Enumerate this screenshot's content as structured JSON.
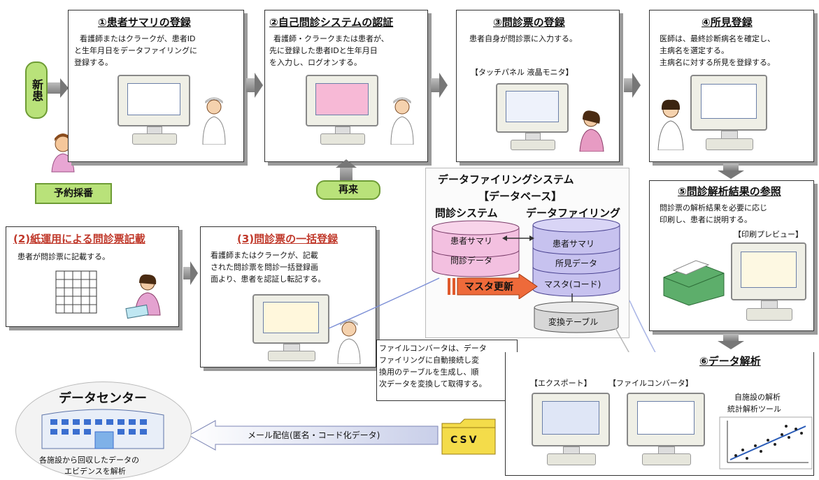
{
  "new_patient": "新患",
  "reservation": "予約採番",
  "return_visit": "再来",
  "step1": {
    "title": "①患者サマリの登録",
    "text": [
      "看護師またはクラークが、患者ID",
      "と生年月日をデータファイリングに",
      "登録する。"
    ]
  },
  "step2": {
    "title": "②自己問診システムの認証",
    "text": [
      "看護師・クラークまたは患者が、",
      "先に登録した患者IDと生年月日",
      "を入力し、ログオンする。"
    ]
  },
  "step3": {
    "title": "③問診票の登録",
    "text": [
      "患者自身が問診票に入力する。"
    ],
    "device": "【タッチパネル 液晶モニタ】"
  },
  "step4": {
    "title": "④所見登録",
    "text": [
      "医師は、最終診断病名を確定し、",
      "主病名を選定する。",
      "主病名に対する所見を登録する。"
    ]
  },
  "step5": {
    "title": "⑤問診解析結果の参照",
    "text": [
      "問診票の解析結果を必要に応じ",
      "印刷し、患者に説明する。"
    ],
    "preview": "【印刷プレビュー】"
  },
  "paper": {
    "title": "(2)紙運用による問診票記載",
    "text": [
      "患者が問診票に記載する。"
    ]
  },
  "bulk": {
    "title": "(3)問診票の一括登録",
    "text": [
      "看護師またはクラークが、記載",
      "された問診票を問診一括登録画",
      "面より、患者を認証し転記する。"
    ]
  },
  "db": {
    "title1": "データファイリングシステム",
    "title2": "【データベース】",
    "left_head": "問診システム",
    "right_head": "データファイリング",
    "left_items": [
      "患者サマリ",
      "問診データ"
    ],
    "right_items": [
      "患者サマリ",
      "所見データ",
      "マスタ(コード)"
    ],
    "master_update": "マスタ更新",
    "conv_table": "変換テーブル"
  },
  "converter_note": [
    "ファイルコンバータは、データ",
    "ファイリングに自動接続し変",
    "換用のテーブルを生成し、順",
    "次データを変換して取得する。"
  ],
  "step6": {
    "title": "⑥データ解析",
    "export": "【エクスポート】",
    "converter": "【ファイルコンバータ】",
    "tool1": "自施設の解析",
    "tool2": "統計解析ツール"
  },
  "datacenter": {
    "title": "データセンター",
    "caption1": "各施設から回収したデータの",
    "caption2": "エビデンスを解析"
  },
  "mail": "メール配信(匿名・コード化データ)",
  "csv": "CSV"
}
